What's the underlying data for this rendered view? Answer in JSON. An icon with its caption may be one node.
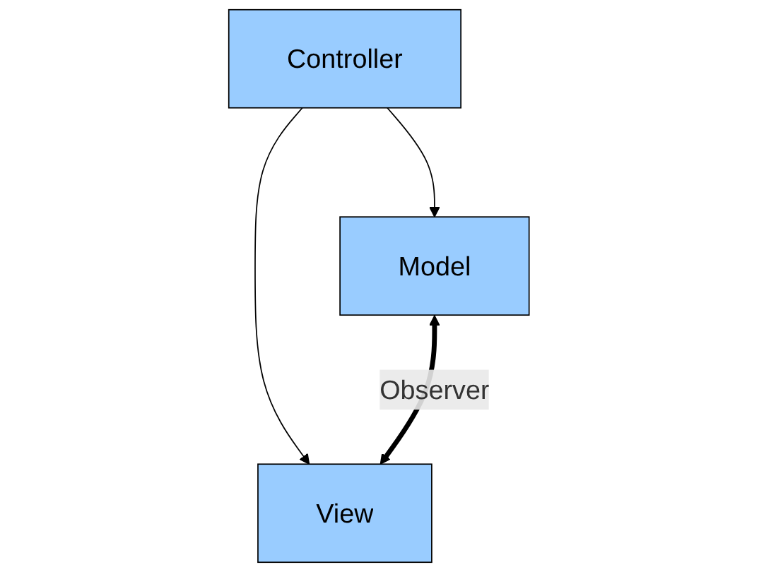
{
  "diagram": {
    "nodes": [
      {
        "text": [
          "Controller"
        ]
      },
      {
        "text": [
          "Model"
        ]
      },
      {
        "text": [
          "View"
        ]
      }
    ],
    "edges": [
      {
        "from": 0,
        "to": 1,
        "arrow": "to"
      },
      {
        "from": 0,
        "to": 2,
        "arrow": "to"
      },
      {
        "from": 1,
        "to": 2,
        "arrow": "both",
        "label": "Observer",
        "style": "thick"
      }
    ]
  }
}
